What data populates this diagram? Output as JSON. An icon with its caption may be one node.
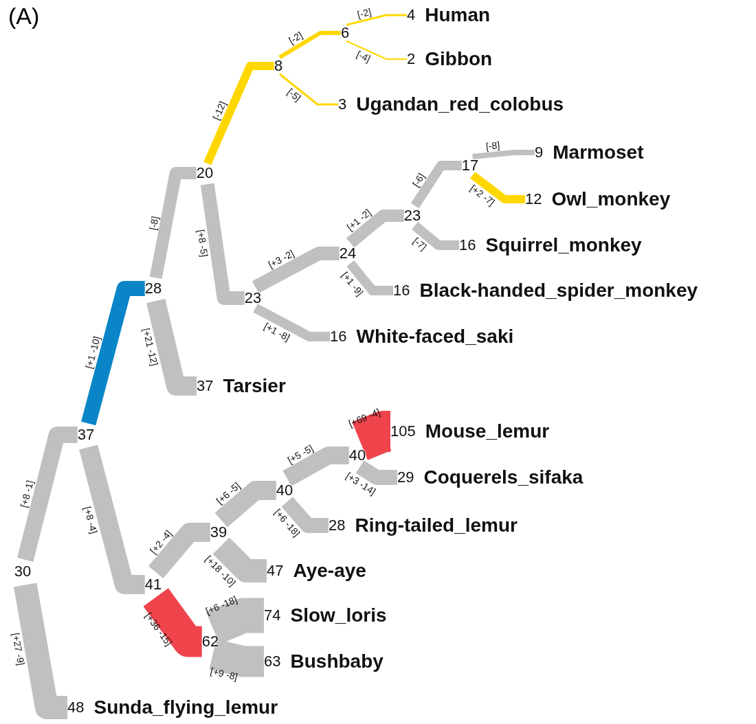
{
  "diagram": {
    "nodes": [
      {
        "text": [
          "30"
        ]
      },
      {
        "text": [
          "37"
        ]
      },
      {
        "text": [
          "28"
        ]
      },
      {
        "text": [
          "20"
        ]
      },
      {
        "text": [
          "8"
        ]
      },
      {
        "text": [
          "6"
        ]
      },
      {
        "text": [
          "4"
        ],
        "beside": [
          "Human"
        ]
      },
      {
        "text": [
          "2"
        ],
        "beside": [
          "Gibbon"
        ]
      },
      {
        "text": [
          "3"
        ],
        "beside": [
          "Ugandan_red_colobus"
        ]
      },
      {
        "text": [
          "23"
        ]
      },
      {
        "text": [
          "24"
        ]
      },
      {
        "text": [
          "23"
        ]
      },
      {
        "text": [
          "17"
        ]
      },
      {
        "text": [
          "9"
        ],
        "beside": [
          "Marmoset"
        ]
      },
      {
        "text": [
          "12"
        ],
        "beside": [
          "Owl_monkey"
        ]
      },
      {
        "text": [
          "16"
        ],
        "beside": [
          "Squirrel_monkey"
        ]
      },
      {
        "text": [
          "16"
        ],
        "beside": [
          "Black-handed_spider_monkey"
        ]
      },
      {
        "text": [
          "16"
        ],
        "beside": [
          "White-faced_saki"
        ]
      },
      {
        "text": [
          "37"
        ],
        "beside": [
          "Tarsier"
        ]
      },
      {
        "text": [
          "105"
        ],
        "beside": [
          "Mouse_lemur"
        ]
      },
      {
        "text": [
          "41"
        ]
      },
      {
        "text": [
          "39"
        ]
      },
      {
        "text": [
          "40"
        ]
      },
      {
        "text": [
          "40"
        ]
      },
      {
        "text": [
          "29"
        ],
        "beside": [
          "Coquerels_sifaka"
        ]
      },
      {
        "text": [
          "28"
        ],
        "beside": [
          "Ring-tailed_lemur"
        ]
      },
      {
        "text": [
          "47"
        ],
        "beside": [
          "Aye-aye"
        ]
      },
      {
        "text": [
          "62"
        ]
      },
      {
        "text": [
          "74"
        ],
        "beside": [
          "Slow_loris"
        ]
      },
      {
        "text": [
          "63"
        ],
        "beside": [
          "Bushbaby"
        ]
      },
      {
        "text": [
          "48"
        ],
        "beside": [
          "Sunda_flying_lemur"
        ]
      }
    ],
    "edges": [
      {
        "from": 0,
        "to": 1,
        "arrow": "none",
        "label": "[+8 -1]"
      },
      {
        "from": 1,
        "to": 2,
        "arrow": "none",
        "label": "[+1 -10]",
        "color": "#0a86c8"
      },
      {
        "from": 2,
        "to": 3,
        "arrow": "none",
        "label": "[-8]"
      },
      {
        "from": 3,
        "to": 4,
        "arrow": "none",
        "label": "[-12]",
        "color": "#ffd700"
      },
      {
        "from": 4,
        "to": 5,
        "arrow": "none",
        "label": "[-2]",
        "color": "#ffd700"
      },
      {
        "from": 5,
        "to": 6,
        "arrow": "none",
        "label": "[-2]",
        "color": "#ffd700"
      },
      {
        "from": 5,
        "to": 7,
        "arrow": "none",
        "label": "[-4]",
        "color": "#ffd700"
      },
      {
        "from": 4,
        "to": 8,
        "arrow": "none",
        "label": "[-5]",
        "color": "#ffd700"
      },
      {
        "from": 3,
        "to": 9,
        "arrow": "none",
        "label": "[+8 -5]"
      },
      {
        "from": 9,
        "to": 10,
        "arrow": "none",
        "label": "[+3 -2]"
      },
      {
        "from": 10,
        "to": 11,
        "arrow": "none",
        "label": "[+1 -2]"
      },
      {
        "from": 11,
        "to": 12,
        "arrow": "none",
        "label": "[-6]"
      },
      {
        "from": 12,
        "to": 13,
        "arrow": "none",
        "label": "[-8]"
      },
      {
        "from": 12,
        "to": 14,
        "arrow": "none",
        "label": "[+2 -7]",
        "color": "#ffd700"
      },
      {
        "from": 11,
        "to": 15,
        "arrow": "none",
        "label": "[-7]"
      },
      {
        "from": 10,
        "to": 16,
        "arrow": "none",
        "label": "[+1 -9]"
      },
      {
        "from": 9,
        "to": 17,
        "arrow": "none",
        "label": "[+1 -8]"
      },
      {
        "from": 2,
        "to": 18,
        "arrow": "none",
        "label": "[+21 -12]"
      },
      {
        "from": 23,
        "to": 19,
        "arrow": "none",
        "label": "[+69 -4]",
        "color": "#ef444c",
        "style": "thick"
      },
      {
        "from": 1,
        "to": 20,
        "arrow": "none",
        "label": "[+8 -4]"
      },
      {
        "from": 20,
        "to": 21,
        "arrow": "none",
        "label": "[+2 -4]"
      },
      {
        "from": 21,
        "to": 22,
        "arrow": "none",
        "label": "[+6 -5]"
      },
      {
        "from": 22,
        "to": 23,
        "arrow": "none",
        "label": "[+5 -5]"
      },
      {
        "from": 23,
        "to": 24,
        "arrow": "none",
        "label": "[+3 -14]"
      },
      {
        "from": 22,
        "to": 25,
        "arrow": "none",
        "label": "[+6 -18]"
      },
      {
        "from": 21,
        "to": 26,
        "arrow": "none",
        "label": "[+18 -10]"
      },
      {
        "from": 20,
        "to": 27,
        "arrow": "none",
        "label": "[+36 -15]",
        "color": "#ef444c",
        "style": "thick"
      },
      {
        "from": 27,
        "to": 28,
        "arrow": "none",
        "label": "[+6 -18]",
        "style": "thick"
      },
      {
        "from": 27,
        "to": 29,
        "arrow": "none",
        "label": "[+9 -8]",
        "style": "thick"
      },
      {
        "from": 0,
        "to": 30,
        "arrow": "none",
        "label": "[+27 -9]"
      }
    ],
    "labels": [
      "(A)"
    ]
  }
}
